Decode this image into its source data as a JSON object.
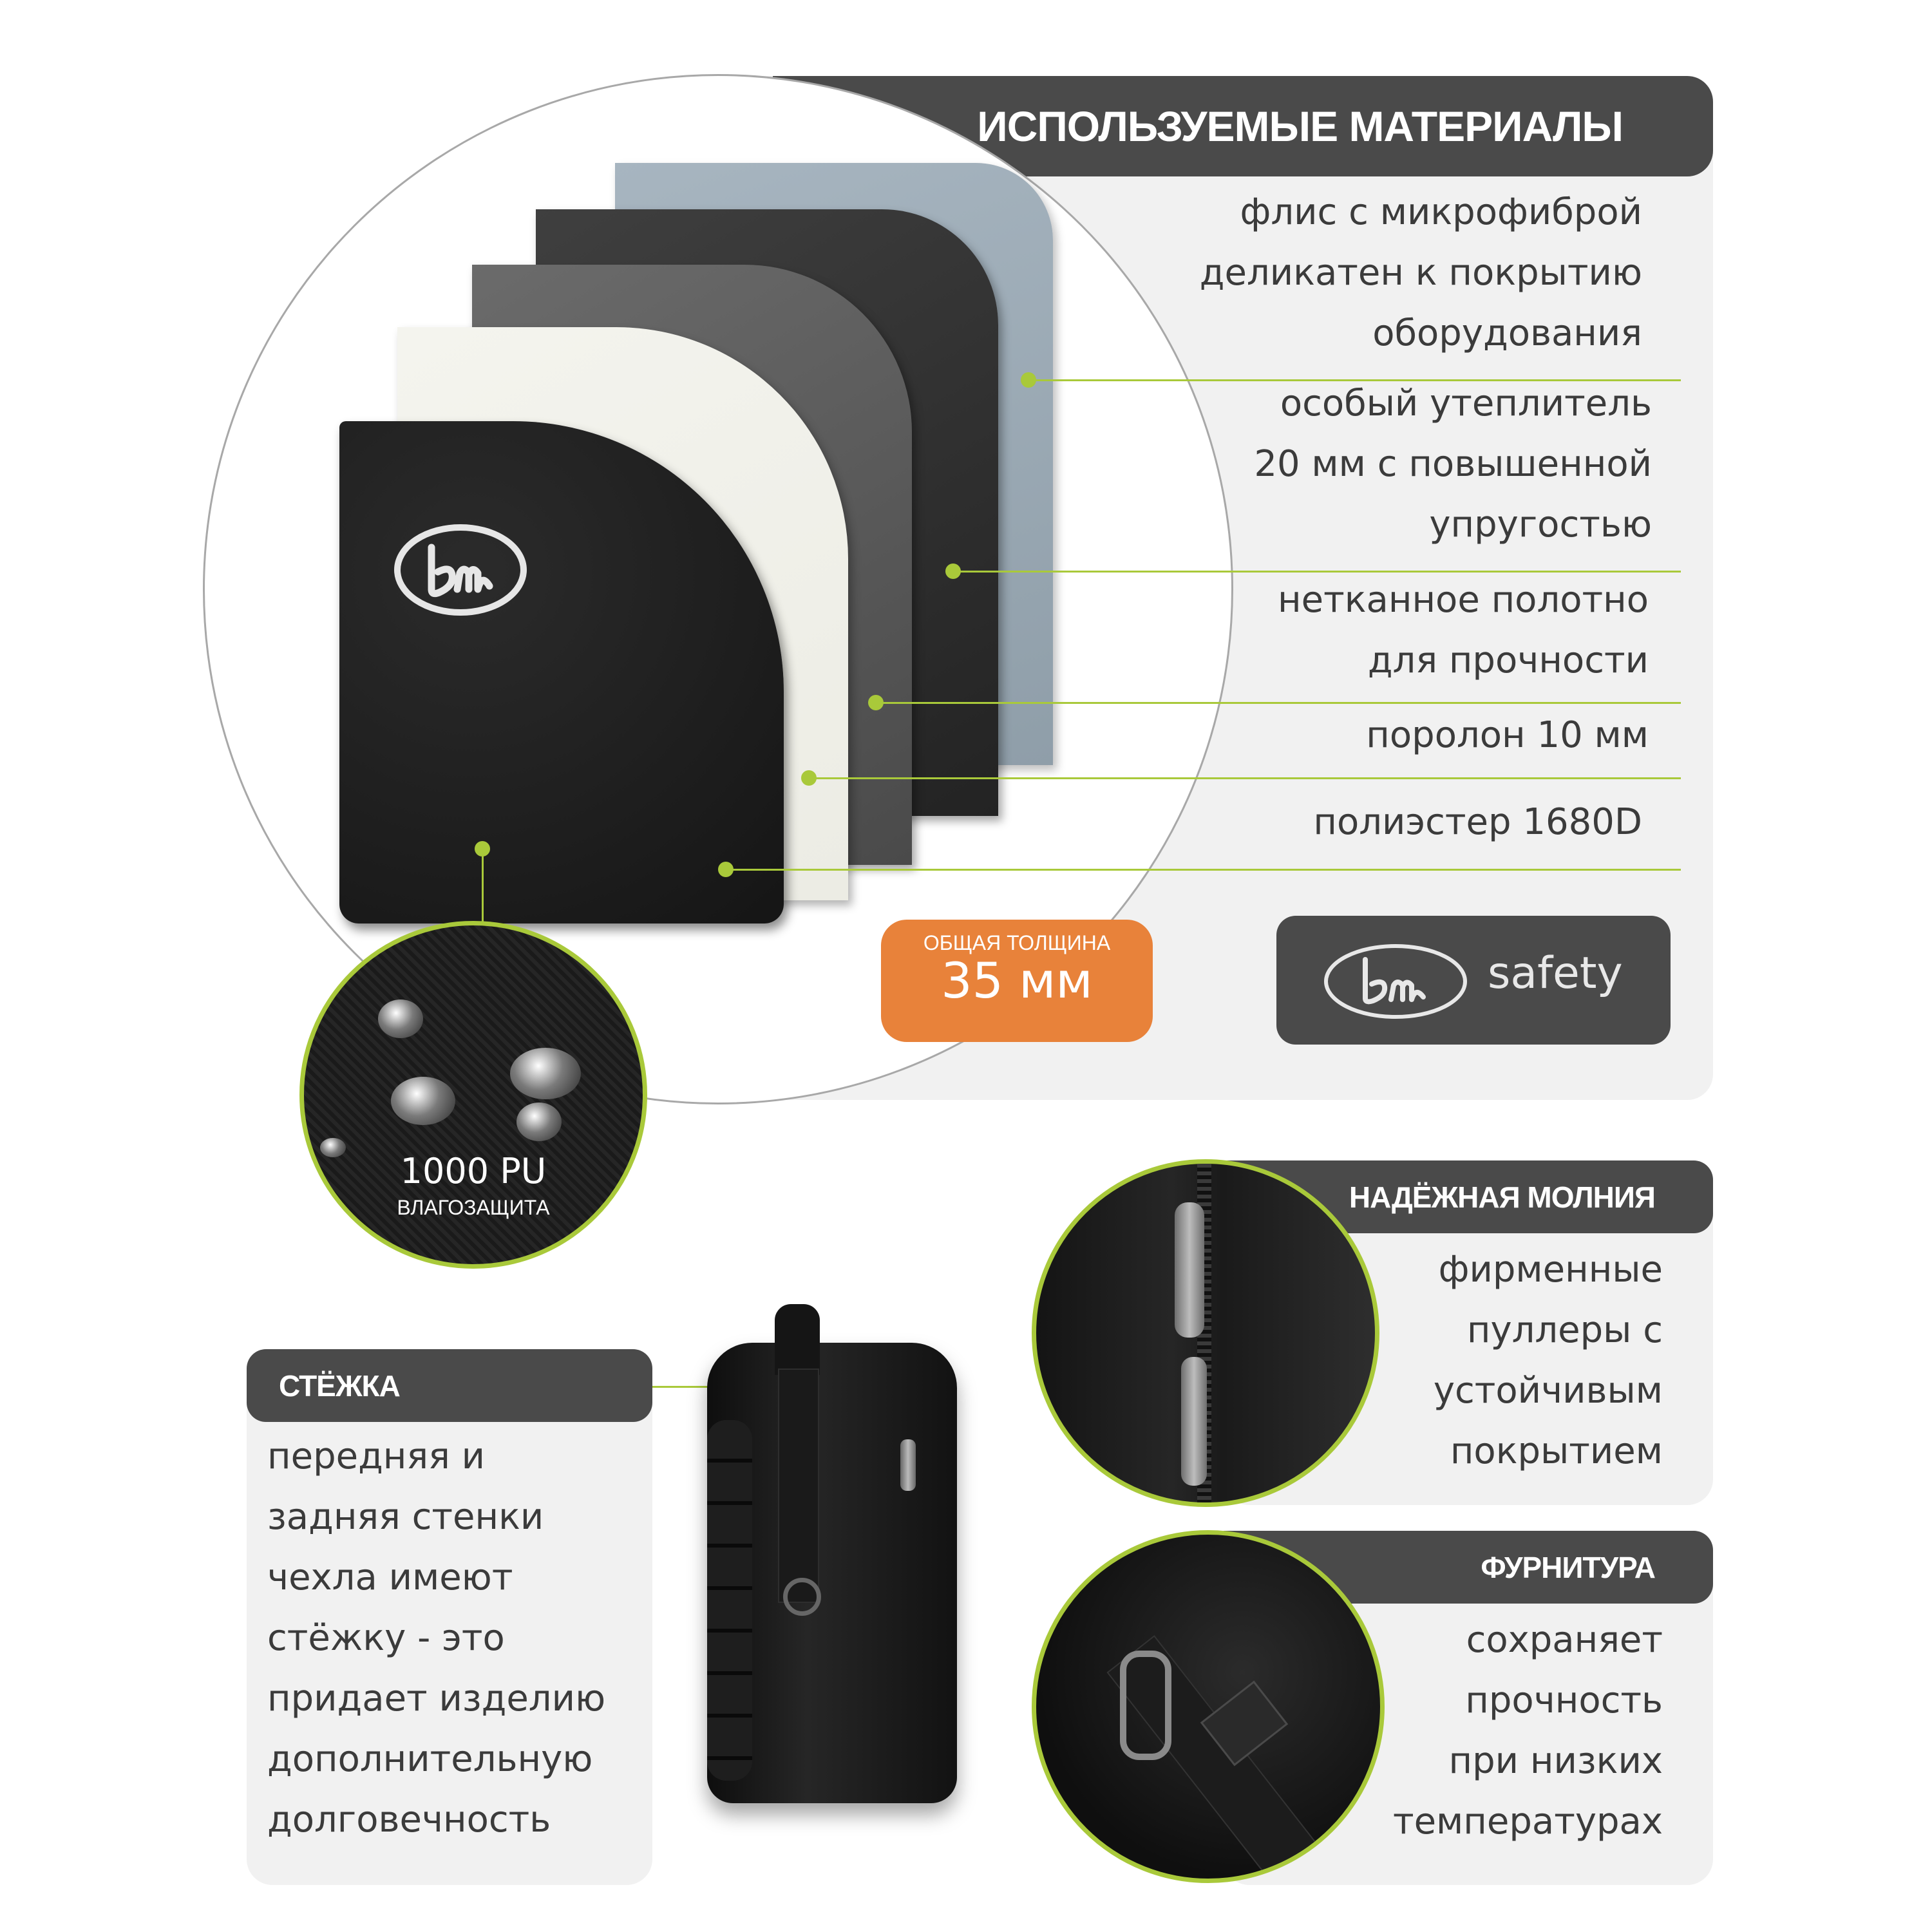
{
  "materials": {
    "header": "ИСПОЛЬЗУЕМЫЕ МАТЕРИАЛЫ",
    "layers": [
      {
        "lines": [
          "флис с микрофиброй",
          "деликатен к покрытию",
          "оборудования"
        ]
      },
      {
        "lines": [
          "особый утеплитель",
          "20 мм с повышенной",
          "упругостью"
        ]
      },
      {
        "lines": [
          "нетканное полотно",
          "для прочности"
        ]
      },
      {
        "lines": [
          "поролон 10 мм"
        ]
      },
      {
        "lines": [
          "полиэстер 1680D"
        ]
      }
    ],
    "thickness_label": "ОБЩАЯ ТОЛЩИНА",
    "thickness_value": "35 мм",
    "brand_logo": "bm",
    "brand_word": "safety"
  },
  "waterproof": {
    "value": "1000 PU",
    "label": "ВЛАГОЗАЩИТА"
  },
  "zipper": {
    "header": "НАДЁЖНАЯ МОЛНИЯ",
    "lines": [
      "фирменные",
      "пуллеры с",
      "устойчивым",
      "покрытием"
    ]
  },
  "hardware": {
    "header": "ФУРНИТУРА",
    "lines": [
      "сохраняет",
      "прочность",
      "при низких",
      "температурах"
    ]
  },
  "quilting": {
    "header": "СТЁЖКА",
    "lines": [
      "передняя и",
      "задняя стенки",
      "чехла имеют",
      "стёжку - это",
      "придает изделию",
      "дополнительную",
      "долговечность"
    ]
  },
  "colors": {
    "accent": "#a9c93a",
    "header_bg": "#4a4a4a",
    "panel_bg": "#f1f1f1",
    "thickness_badge": "#e8823a"
  }
}
